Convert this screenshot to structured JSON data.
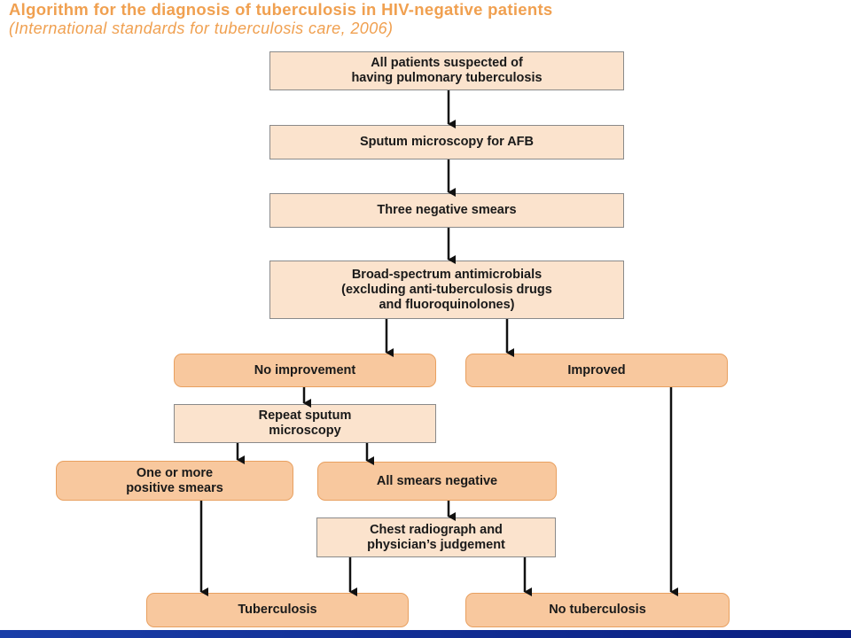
{
  "title": "Algorithm for the diagnosis of tuberculosis in HIV-negative patients",
  "subtitle": "(International standards for tuberculosis care, 2006)",
  "nodes": {
    "suspected": "All patients suspected of\nhaving pulmonary tuberculosis",
    "microscopy": "Sputum microscopy for AFB",
    "three_negative": "Three negative smears",
    "antimicrobials": "Broad-spectrum antimicrobials\n(excluding anti-tuberculosis drugs\nand fluoroquinolones)",
    "no_improvement": "No improvement",
    "improved": "Improved",
    "repeat": "Repeat sputum\nmicroscopy",
    "positive": "One or more\npositive smears",
    "all_negative": "All smears negative",
    "chest": "Chest radiograph and\nphysician’s judgement",
    "tuberculosis": "Tuberculosis",
    "no_tuberculosis": "No tuberculosis"
  },
  "colors": {
    "title": "#f0a050",
    "rect_fill": "#fbe3cd",
    "pill_fill": "#f8c89e",
    "pill_border": "#e8a060",
    "arrow": "#111111",
    "bottom_bar": "#1a3ea8"
  }
}
